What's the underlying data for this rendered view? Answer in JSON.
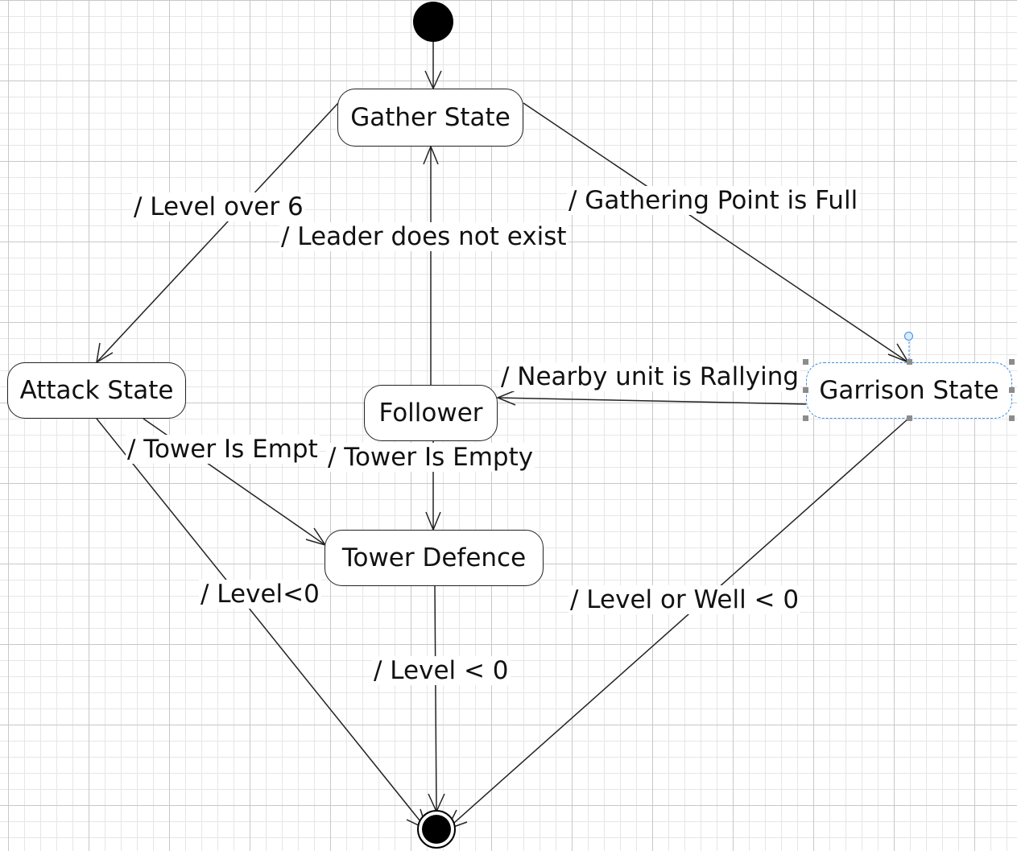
{
  "diagram": {
    "states": {
      "gather": "Gather State",
      "attack": "Attack State",
      "follower": "Follower",
      "garrison": "Garrison State",
      "tower": "Tower Defence"
    },
    "transitions": {
      "level_over_6": "/ Level over 6",
      "gathering_full": "/ Gathering Point is Full",
      "leader_missing": "/ Leader does not exist",
      "nearby_rallying": "/ Nearby unit is Rallying",
      "tower_empty_attack": "/ Tower Is Empt",
      "tower_empty_follower": "/ Tower Is Empty",
      "attack_level": "/ Level<0",
      "tower_level": "/ Level < 0",
      "garrison_level": "/ Level or Well < 0"
    },
    "selected_state": "garrison"
  }
}
